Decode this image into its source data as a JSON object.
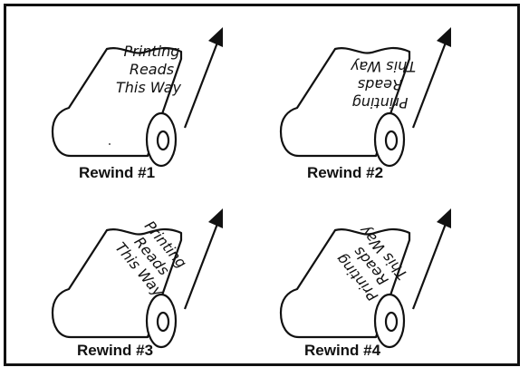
{
  "panels": [
    {
      "caption": "Rewind #1",
      "text_lines": [
        "Printing",
        "Reads",
        "This Way"
      ],
      "orientation": "upright"
    },
    {
      "caption": "Rewind #2",
      "text_lines": [
        "Printing",
        "Reads",
        "This Way"
      ],
      "orientation": "upside-down"
    },
    {
      "caption": "Rewind #3",
      "text_lines": [
        "Printing",
        "Reads",
        "This Way"
      ],
      "orientation": "rotated-clockwise"
    },
    {
      "caption": "Rewind #4",
      "text_lines": [
        "Printing",
        "Reads",
        "This Way"
      ],
      "orientation": "rotated-counterclockwise"
    }
  ],
  "colors": {
    "ink": "#111111",
    "background": "#ffffff"
  }
}
